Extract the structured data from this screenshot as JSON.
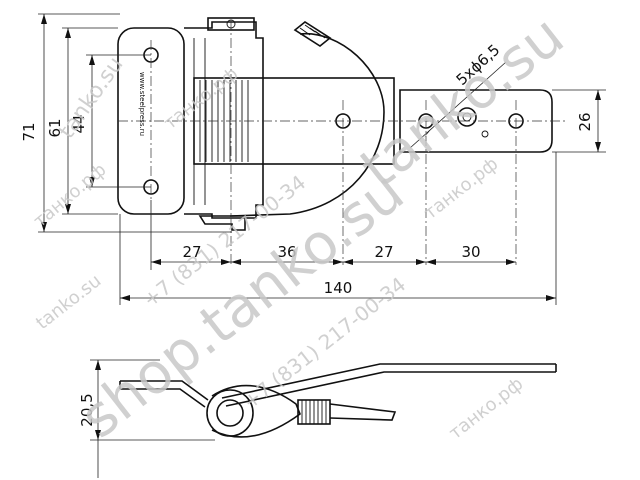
{
  "dimensions": {
    "total_height": "71",
    "hole_span_61": "61",
    "hole_span_44": "44",
    "side_height": "20,5",
    "plate_height": "26",
    "d_27a": "27",
    "d_36": "36",
    "d_27b": "27",
    "d_30": "30",
    "total_length": "140",
    "holes_note": "5xϕ6,5"
  },
  "stamp": {
    "line1": "www.steelpress.ru"
  },
  "watermarks": {
    "w1": "tanko.su",
    "w2": "tanko.su",
    "w3": "shop.tanko.su",
    "w4": "танко.рф",
    "w5": "танко.рф",
    "w6": "танко.рф",
    "w7": "+7 (831) 217-00-34",
    "w8": "+7 (831) 217-00-34",
    "w9": "tanko.su",
    "w10": "танко.рф"
  }
}
